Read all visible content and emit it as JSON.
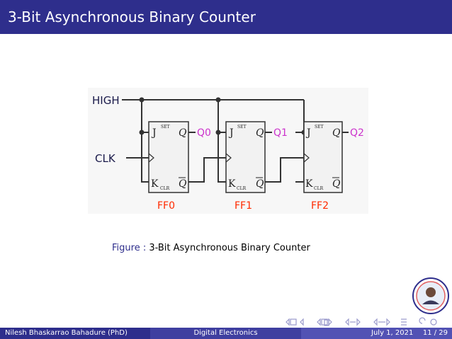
{
  "slide": {
    "title": "3-Bit Asynchronous Binary Counter"
  },
  "figure": {
    "caption_label": "Figure :",
    "caption_text": "3-Bit Asynchronous Binary Counter",
    "labels": {
      "high": "HIGH",
      "clk": "CLK",
      "j": "J",
      "k": "K",
      "set": "SET",
      "clr": "CLR",
      "q": "Q",
      "qbar": "Q",
      "outputs": [
        "Q0",
        "Q1",
        "Q2"
      ],
      "flipflops": [
        "FF0",
        "FF1",
        "FF2"
      ]
    }
  },
  "footer": {
    "author": "Nilesh Bhaskarrao Bahadure  (PhD)",
    "subject": "Digital Electronics",
    "date": "July 1, 2021",
    "page": "11 / 29"
  },
  "colors": {
    "theme_dark": "#2e2e8c",
    "theme_mid": "#3f3fa0",
    "theme_light": "#5252b4",
    "output_magenta": "#cc33cc",
    "ff_red": "#ff2a00"
  }
}
